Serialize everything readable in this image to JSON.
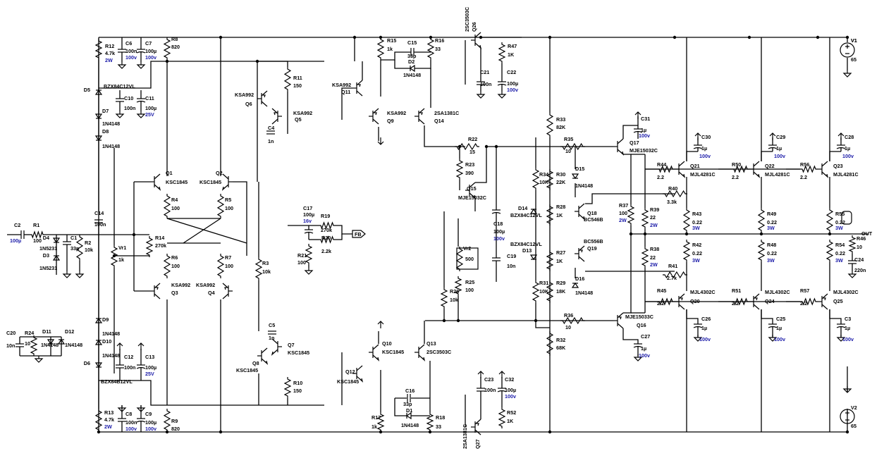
{
  "labels": {
    "V1": "V1",
    "V1v": "65",
    "V2": "V2",
    "V2v": "65",
    "OUT": "OUT",
    "FB": "FB",
    "C2": "C2",
    "C2v": "100µ",
    "R1": "R1",
    "R1v": "100",
    "D4": "D4",
    "D4v": "1N5231",
    "D3": "D3",
    "D3v": "1N5231",
    "C1": "C1",
    "C1v": "33p",
    "R2": "R2",
    "R2v": "10k",
    "Vr1": "Vr1",
    "Vr1v": "1k",
    "C14": "C14",
    "C14v": "100n",
    "R12": "R12",
    "R12v": "4.7k",
    "R12w": "2W",
    "C6": "C6",
    "C6v": "100n",
    "C6r": "100v",
    "C7": "C7",
    "C7v": "100µ",
    "C7r": "100v",
    "R8": "R8",
    "R8v": "820",
    "D5": "D5",
    "D5v": "BZX84C12VL",
    "C10": "C10",
    "C10v": "100n",
    "C11": "C11",
    "C11v": "100µ",
    "C11r": "25V",
    "D7": "D7",
    "D7v": "1N4148",
    "D8": "D8",
    "D8v": "1N4148",
    "R11": "R11",
    "R11v": "150",
    "Q6": "Q6",
    "Q6t": "KSA992",
    "Q5": "Q5",
    "Q5t": "KSA992",
    "C4": "C4",
    "C4v": "1n",
    "Q1": "Q1",
    "Q1t": "KSC1845",
    "Q2": "Q2",
    "Q2t": "KSC1845",
    "R4": "R4",
    "R4v": "100",
    "R5": "R5",
    "R5v": "100",
    "R14": "R14",
    "R14v": "270k",
    "R6": "R6",
    "R6v": "100",
    "R7": "R7",
    "R7v": "100",
    "Q3": "Q3",
    "Q3t": "KSA992",
    "Q4": "Q4",
    "Q4t": "KSA992",
    "R3": "R3",
    "R3v": "10k",
    "C5": "C5",
    "C5v": "1n",
    "Q8": "Q8",
    "Q8t": "KSC1845",
    "Q7": "Q7",
    "Q7t": "KSC1845",
    "R10": "R10",
    "R10v": "150",
    "C17": "C17",
    "C17v": "100µ",
    "C17r": "16v",
    "R19": "R19",
    "R19v": "270k",
    "R20": "R20",
    "R20v": "2.2k",
    "R21": "R21",
    "R21v": "100",
    "R15": "R15",
    "R15v": "1k",
    "C15": "C15",
    "C15v": "33p",
    "R16": "R16",
    "R16v": "33",
    "D2": "D2",
    "D2v": "1N4148",
    "Q11": "Q11",
    "Q11t": "KSA992",
    "Q9": "Q9",
    "Q9t": "KSA992",
    "Q14": "Q14",
    "Q14t": "2SA1381C",
    "Q26": "Q26",
    "Q26t": "2SC3503C",
    "R47": "R47",
    "R47v": "1K",
    "C21": "C21",
    "C21v": "100n",
    "C22": "C22",
    "C22v": "100µ",
    "C22r": "100v",
    "R22": "R22",
    "R22v": "15",
    "R23": "R23",
    "R23v": "390",
    "Q15": "Q15",
    "Q15t": "MJE15032C",
    "C18": "C18",
    "C18v": "100µ",
    "C18r": "100v",
    "C19": "C19",
    "C19v": "10n",
    "Vr2": "Vr2",
    "Vr2v": "500",
    "R25": "R25",
    "R25v": "100",
    "R26": "R26",
    "R26v": "10k",
    "Q10": "Q10",
    "Q10t": "KSC1845",
    "Q12": "Q12",
    "Q12t": "KSC1845",
    "Q13": "Q13",
    "Q13t": "2SC3503C",
    "C16": "C16",
    "C16v": "33p",
    "D1": "D1",
    "D1v": "1N4148",
    "R17": "R17",
    "R17v": "1k",
    "R18": "R18",
    "R18v": "33",
    "C23": "C23",
    "C23v": "100n",
    "C32": "C32",
    "C32v": "100µ",
    "C32r": "100v",
    "R52": "R52",
    "R52v": "1K",
    "Q27": "Q27",
    "Q27t": "2SA1381C",
    "D9": "D9",
    "D9v": "1N4148",
    "D10": "D10",
    "D10v": "1N4148",
    "D6": "D6",
    "D6v": "BZX84B12VL",
    "C12": "C12",
    "C12v": "100n",
    "C13": "C13",
    "C13v": "100µ",
    "C13r": "25V",
    "R13": "R13",
    "R13v": "4.7k",
    "R13w": "2W",
    "C8": "C8",
    "C8v": "100n",
    "C8r": "100v",
    "C9": "C9",
    "C9v": "100µ",
    "C9r": "100v",
    "R9": "R9",
    "R9v": "820",
    "C20": "C20",
    "C20v": "10n",
    "R24": "R24",
    "R24v": "10",
    "D11": "D11",
    "D11v": "1N4148",
    "D12": "D12",
    "D12v": "1N4148",
    "R33": "R33",
    "R33v": "82K",
    "R35": "R35",
    "R35v": "10",
    "C31": "C31",
    "C31v": "1µ",
    "C31r": "100v",
    "Q17": "Q17",
    "Q17t": "MJE15032C",
    "R34": "R34",
    "R34v": "10K",
    "R30": "R30",
    "R30v": "22K",
    "D15": "D15",
    "D15v": "1N4148",
    "D14": "D14",
    "D14v": "BZX84C12VL",
    "R28": "R28",
    "R28v": "1K",
    "Q18": "Q18",
    "Q18t": "BC546B",
    "D13": "D13",
    "D13v": "BZX84C12VL",
    "Q19": "Q19",
    "Q19t": "BC556B",
    "R27": "R27",
    "R27v": "1K",
    "R31": "R31",
    "R31v": "10K",
    "R29": "R29",
    "R29v": "18K",
    "D16": "D16",
    "D16v": "1N4148",
    "R36": "R36",
    "R36v": "10",
    "Q16": "Q16",
    "Q16t": "MJE15033C",
    "R32": "R32",
    "R32v": "68K",
    "C27": "C27",
    "C27v": "1µ",
    "C27r": "100v",
    "R37": "R37",
    "R37v": "100",
    "R37w": "2W",
    "R39": "R39",
    "R39v": "22",
    "R39w": "2W",
    "R38": "R38",
    "R38v": "22",
    "R38w": "2W",
    "R44": "R44",
    "R44v": "2.2",
    "Q21": "Q21",
    "Q21t": "MJL4281C",
    "C30": "C30",
    "C30v": "1µ",
    "C30r": "100v",
    "R40": "R40",
    "R40v": "3.3k",
    "R43": "R43",
    "R43v": "0.22",
    "R43w": "3W",
    "R42": "R42",
    "R42v": "0.22",
    "R42w": "3W",
    "R41": "R41",
    "R41v": "2.7k",
    "R45": "R45",
    "R45v": "2.2",
    "Q20": "Q20",
    "Q20t": "MJL4302C",
    "C26": "C26",
    "C26v": "1µ",
    "C26r": "100v",
    "R50": "R50",
    "R50v": "2.2",
    "Q22": "Q22",
    "Q22t": "MJL4281C",
    "C29": "C29",
    "C29v": "1µ",
    "C29r": "100v",
    "R49": "R49",
    "R49v": "0.22",
    "R49w": "3W",
    "R48": "R48",
    "R48v": "0.22",
    "R48w": "3W",
    "R51": "R51",
    "R51v": "2.2",
    "Q24": "Q24",
    "Q24t": "MJL4302C",
    "C25": "C25",
    "C25v": "1µ",
    "C25r": "100v",
    "R56": "R56",
    "R56v": "2.2",
    "Q23": "Q23",
    "Q23t": "MJL4281C",
    "C28": "C28",
    "C28v": "1µ",
    "C28r": "100v",
    "R55": "R55",
    "R55v": "0.22",
    "R55w": "3W",
    "R46": "R46",
    "R46v": "10",
    "R54": "R54",
    "R54v": "0.22",
    "R54w": "3W",
    "C24": "C24",
    "C24v": "220n",
    "R57": "R57",
    "R57v": "2.2",
    "Q25": "Q25",
    "Q25t": "MJL4302C",
    "C3": "C3",
    "C3v": "1µ",
    "C3r": "100v"
  }
}
